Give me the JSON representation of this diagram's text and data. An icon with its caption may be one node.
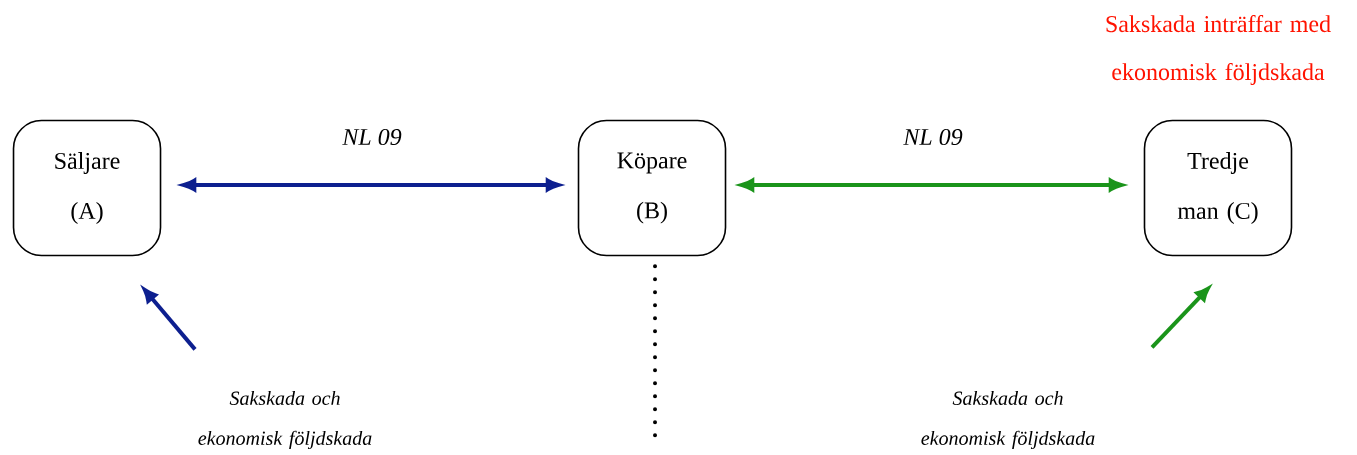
{
  "diagram": {
    "nodes": [
      {
        "text": [
          "Säljare (A)"
        ]
      },
      {
        "text": [
          "Köpare (B)"
        ]
      },
      {
        "text": [
          "Tredje man (C)"
        ],
        "beside": [
          "Sakskada inträffar med ekonomisk följdskada"
        ]
      },
      {
        "text": [
          "Sakskada och ekonomisk följdskada"
        ]
      },
      {
        "text": [
          "Sakskada och ekonomisk följdskada"
        ]
      }
    ],
    "edges": [
      {
        "from": 0,
        "to": 1,
        "arrow": "both",
        "label": "NL 09",
        "color": "#0d1f8f"
      },
      {
        "from": 1,
        "to": 2,
        "arrow": "both",
        "label": "NL 09",
        "color": "#1a941a"
      },
      {
        "from": 3,
        "to": 0,
        "arrow": "to",
        "color": "#0d1f8f"
      },
      {
        "from": 4,
        "to": 2,
        "arrow": "to",
        "color": "#1a941a"
      },
      {
        "from": 1,
        "to": null,
        "arrow": "none",
        "style": "dashed",
        "color": "#000000"
      }
    ]
  }
}
